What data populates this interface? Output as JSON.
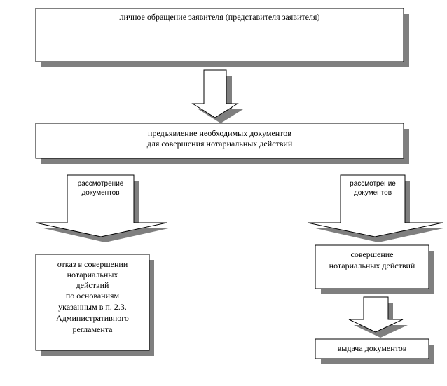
{
  "boxes": {
    "personal_appeal": "личное обращение заявителя (представителя заявителя)",
    "documents_line1": "предъявление необходимых документов",
    "documents_line2": "для совершения нотариальных действий",
    "refusal_lines": [
      "отказ в совершении",
      "нотариальных",
      "действий",
      "по основаниям",
      "указанным в п.  2.3.",
      "Административного",
      "регламента"
    ],
    "perform_line1": "совершение",
    "perform_line2": "нотариальных действий",
    "issue": "выдача документов"
  },
  "arrows": {
    "left_line1": "рассмотрение",
    "left_line2": "документов",
    "right_line1": "рассмотрение",
    "right_line2": "документов"
  },
  "colors": {
    "shadow": "#7f7f7f",
    "border": "#000000",
    "fill": "#ffffff"
  }
}
